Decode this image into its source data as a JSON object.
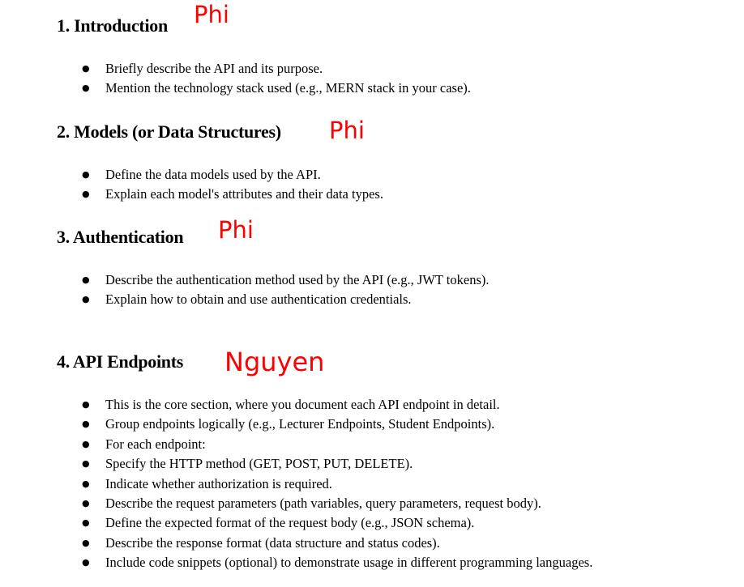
{
  "sections": [
    {
      "title": "1. Introduction",
      "annotation": "Phi",
      "bullets": [
        "Briefly describe the API and its purpose.",
        "Mention the technology stack used (e.g., MERN stack in your case)."
      ]
    },
    {
      "title": "2. Models (or Data Structures)",
      "annotation": "Phi",
      "bullets": [
        "Define the data models used by the API.",
        "Explain each model's attributes and their data types."
      ]
    },
    {
      "title": "3. Authentication",
      "annotation": "Phi",
      "bullets": [
        "Describe the authentication method used by the API (e.g., JWT tokens).",
        "Explain how to obtain and use authentication credentials."
      ]
    },
    {
      "title": "4. API Endpoints",
      "annotation": "Nguyen",
      "bullets": [
        "This is the core section, where you document each API endpoint in detail.",
        "Group endpoints logically (e.g., Lecturer Endpoints, Student Endpoints).",
        "For each endpoint:",
        "Specify the HTTP method (GET, POST, PUT, DELETE).",
        "Indicate whether authorization is required.",
        "Describe the request parameters (path variables, query parameters, request body).",
        "Define the expected format of the request body (e.g., JSON schema).",
        "Describe the response format (data structure and status codes).",
        "Include code snippets (optional) to demonstrate usage in different programming languages."
      ]
    }
  ],
  "bullet_glyph": "●"
}
